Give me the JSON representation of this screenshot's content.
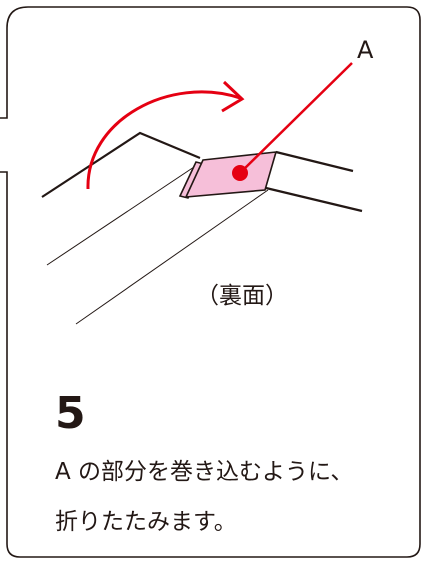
{
  "step": {
    "number": "5",
    "instruction_line1": "A の部分を巻き込むように、",
    "instruction_line2": "折りたたみます。"
  },
  "diagram": {
    "point_label": "A",
    "side_note": "（裏面）"
  },
  "colors": {
    "ink": "#231815",
    "arrow": "#e50012",
    "flap_fill": "#f6bfd9"
  }
}
